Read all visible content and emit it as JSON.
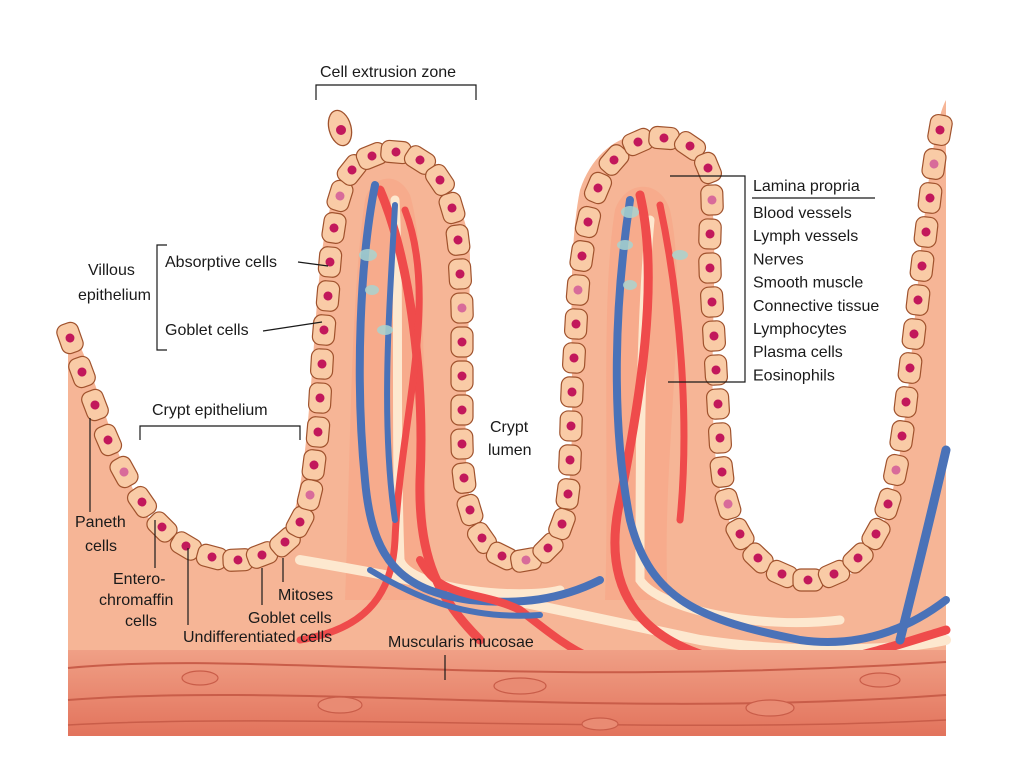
{
  "labels": {
    "cell_extrusion_zone": "Cell extrusion zone",
    "villous_epithelium_1": "Villous",
    "villous_epithelium_2": "epithelium",
    "absorptive_cells": "Absorptive cells",
    "goblet_cells_villus": "Goblet cells",
    "crypt_epithelium": "Crypt epithelium",
    "paneth_1": "Paneth",
    "paneth_2": "cells",
    "entero_1": "Entero-",
    "entero_2": "chromaffin",
    "entero_3": "cells",
    "undifferentiated": "Undifferentiated cells",
    "goblet_cells_crypt": "Goblet cells",
    "mitoses": "Mitoses",
    "crypt_lumen_1": "Crypt",
    "crypt_lumen_2": "lumen",
    "muscularis_mucosae": "Muscularis mucosae",
    "lamina_propria": "Lamina propria",
    "lamina_items": [
      "Blood vessels",
      "Lymph vessels",
      "Nerves",
      "Smooth muscle",
      "Connective tissue",
      "Lymphocytes",
      "Plasma cells",
      "Eosinophils"
    ]
  },
  "colors": {
    "tissue": "#f5b495",
    "muscle": "#e9826c",
    "cell_fill": "#f9cba6",
    "cell_outline": "#a0522d",
    "nucleus": "#c2185b",
    "artery": "#ef4b4b",
    "vein": "#4a72b8",
    "lymph": "#a9d3cf",
    "connective": "#fde8cf"
  }
}
